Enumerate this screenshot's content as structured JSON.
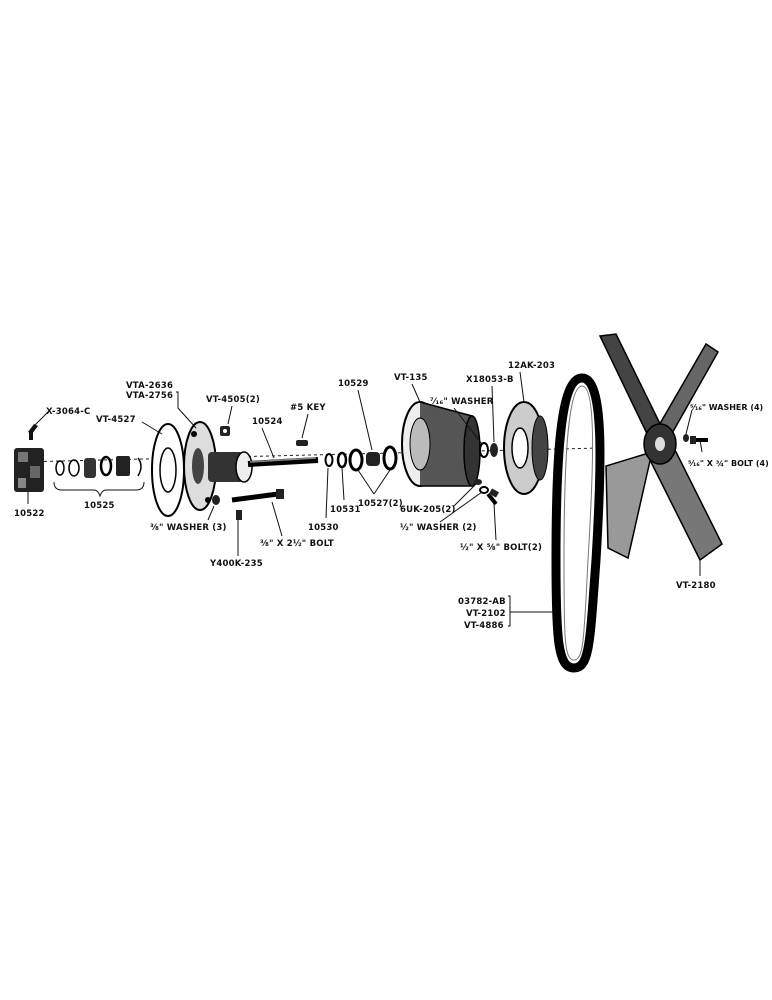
{
  "labels": {
    "x3064c": "X-3064-C",
    "p10522": "10522",
    "p10525": "10525",
    "vt4527": "VT-4527",
    "vta2636": "VTA-2636",
    "vta2756": "VTA-2756",
    "washer3": "⅜\" WASHER (3)",
    "vt4505": "VT-4505(2)",
    "y400k": "Y400K-235",
    "bolt38": "⅜\" X 2½\" BOLT",
    "p10524": "10524",
    "key5": "#5 KEY",
    "p10530": "10530",
    "p10531": "10531",
    "p10529": "10529",
    "p10527": "10527(2)",
    "vt135": "VT-135",
    "washer716": "⁷⁄₁₆\" WASHER",
    "x18053": "X18053-B",
    "ak203": "12AK-203",
    "uk205": "6UK-205(2)",
    "washer12": "½\" WASHER (2)",
    "bolt12": "½\" X ⅝\" BOLT(2)",
    "washer4": "⁵⁄₁₆\" WASHER (4)",
    "bolt516": "⁵⁄₁₆\" X ¾\" BOLT (4)",
    "vt2180": "VT-2180",
    "belt_a": "03782-AB",
    "belt_b": "VT-2102",
    "belt_c": "VT-4886"
  }
}
